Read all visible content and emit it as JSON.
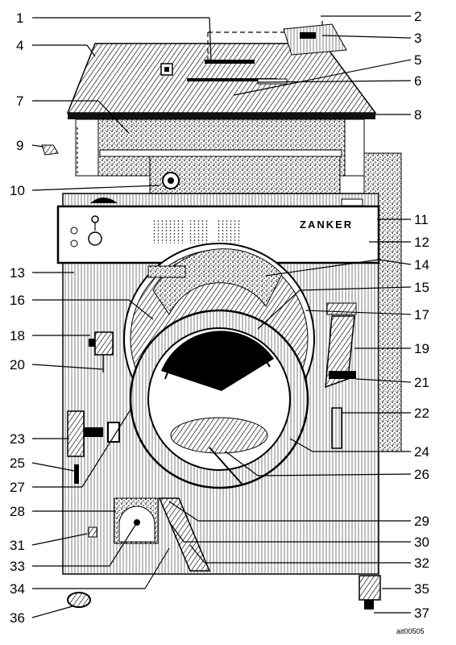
{
  "diagram": {
    "brand": "ZANKER",
    "code": "ait00505",
    "labels": {
      "l1": "1",
      "l2": "2",
      "l3": "3",
      "l4": "4",
      "l5": "5",
      "l6": "6",
      "l7": "7",
      "l8": "8",
      "l9": "9",
      "l10": "10",
      "l11": "11",
      "l12": "12",
      "l13": "13",
      "l14": "14",
      "l15": "15",
      "l16": "16",
      "l17": "17",
      "l18": "18",
      "l19": "19",
      "l20": "20",
      "l21": "21",
      "l22": "22",
      "l23": "23",
      "l24": "24",
      "l25": "25",
      "l26": "26",
      "l27": "27",
      "l28": "28",
      "l29": "29",
      "l30": "30",
      "l31": "31",
      "l32": "32",
      "l33": "33",
      "l34": "34",
      "l35": "35",
      "l36": "36",
      "l37": "37"
    }
  }
}
